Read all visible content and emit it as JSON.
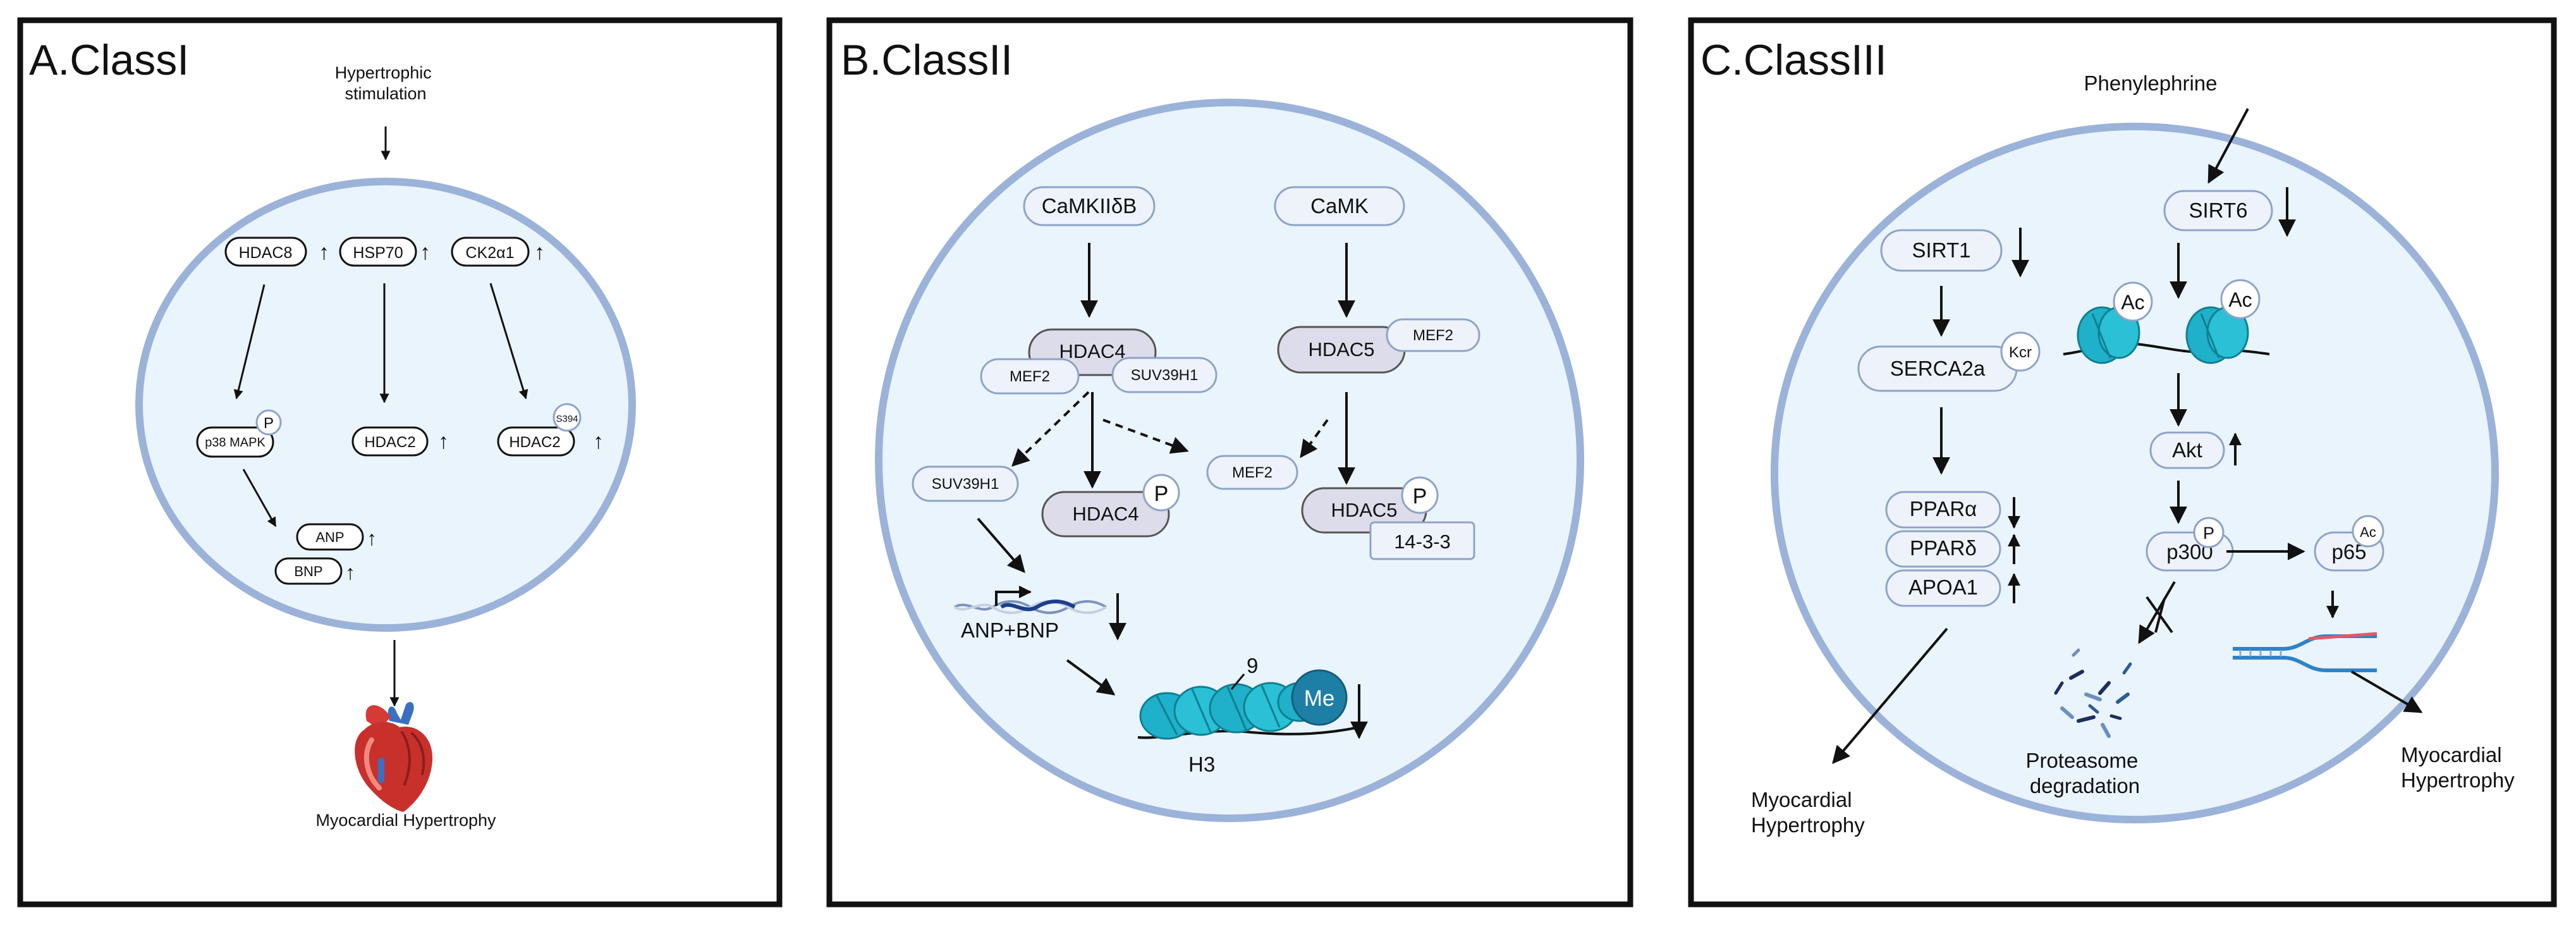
{
  "panels": [
    {
      "title": "A.ClassI",
      "stimulus": "Hypertrophic\nstimulation",
      "nodes": {
        "hdac8": "HDAC8",
        "hsp70": "HSP70",
        "ck2a1": "CK2α1",
        "p38": "p38 MAPK",
        "hdac2a": "HDAC2",
        "hdac2b": "HDAC2",
        "anp": "ANP",
        "bnp": "BNP"
      },
      "marks": {
        "p": "P",
        "s394": "S394"
      },
      "outcome": "Myocardial Hypertrophy"
    },
    {
      "title": "B.ClassII",
      "nodes": {
        "camkii": "CaMKIIδB",
        "camk": "CaMK",
        "hdac4_top": "HDAC4",
        "mef2_a": "MEF2",
        "suv_a": "SUV39H1",
        "hdac5_top": "HDAC5",
        "mef2_b": "MEF2",
        "suv_b": "SUV39H1",
        "hdac4_low": "HDAC4",
        "mef2_c": "MEF2",
        "hdac5_low": "HDAC5",
        "p1433": "14-3-3"
      },
      "marks": {
        "p1": "P",
        "p2": "P",
        "nine": "9",
        "me": "Me",
        "h3": "H3"
      },
      "gene": "ANP+BNP"
    },
    {
      "title": "C.ClassIII",
      "stimulus": "Phenylephrine",
      "nodes": {
        "sirt1": "SIRT1",
        "sirt6": "SIRT6",
        "serca": "SERCA2a",
        "ppara": "PPARα",
        "ppard": "PPARδ",
        "apoa1": "APOA1",
        "akt": "Akt",
        "p300": "p300",
        "p65": "p65"
      },
      "marks": {
        "kcr": "Kcr",
        "ac1": "Ac",
        "ac2": "Ac",
        "ac3": "Ac",
        "p": "P"
      },
      "outcomes": {
        "left": "Myocardial\nHypertrophy",
        "center": "Proteasome\ndegradation",
        "right": "Myocardial\nHypertrophy"
      }
    }
  ],
  "colors": {
    "panel_border": "#111111",
    "cell_fill": "#eaf4fd",
    "cell_border": "#9bb2d9",
    "node_fill": "#eef3fb",
    "node_border": "#8ea3c8",
    "hdac_fill": "#dcdcea",
    "nucleosome": "#1fb1c9",
    "me_fill": "#1e7fa6"
  }
}
